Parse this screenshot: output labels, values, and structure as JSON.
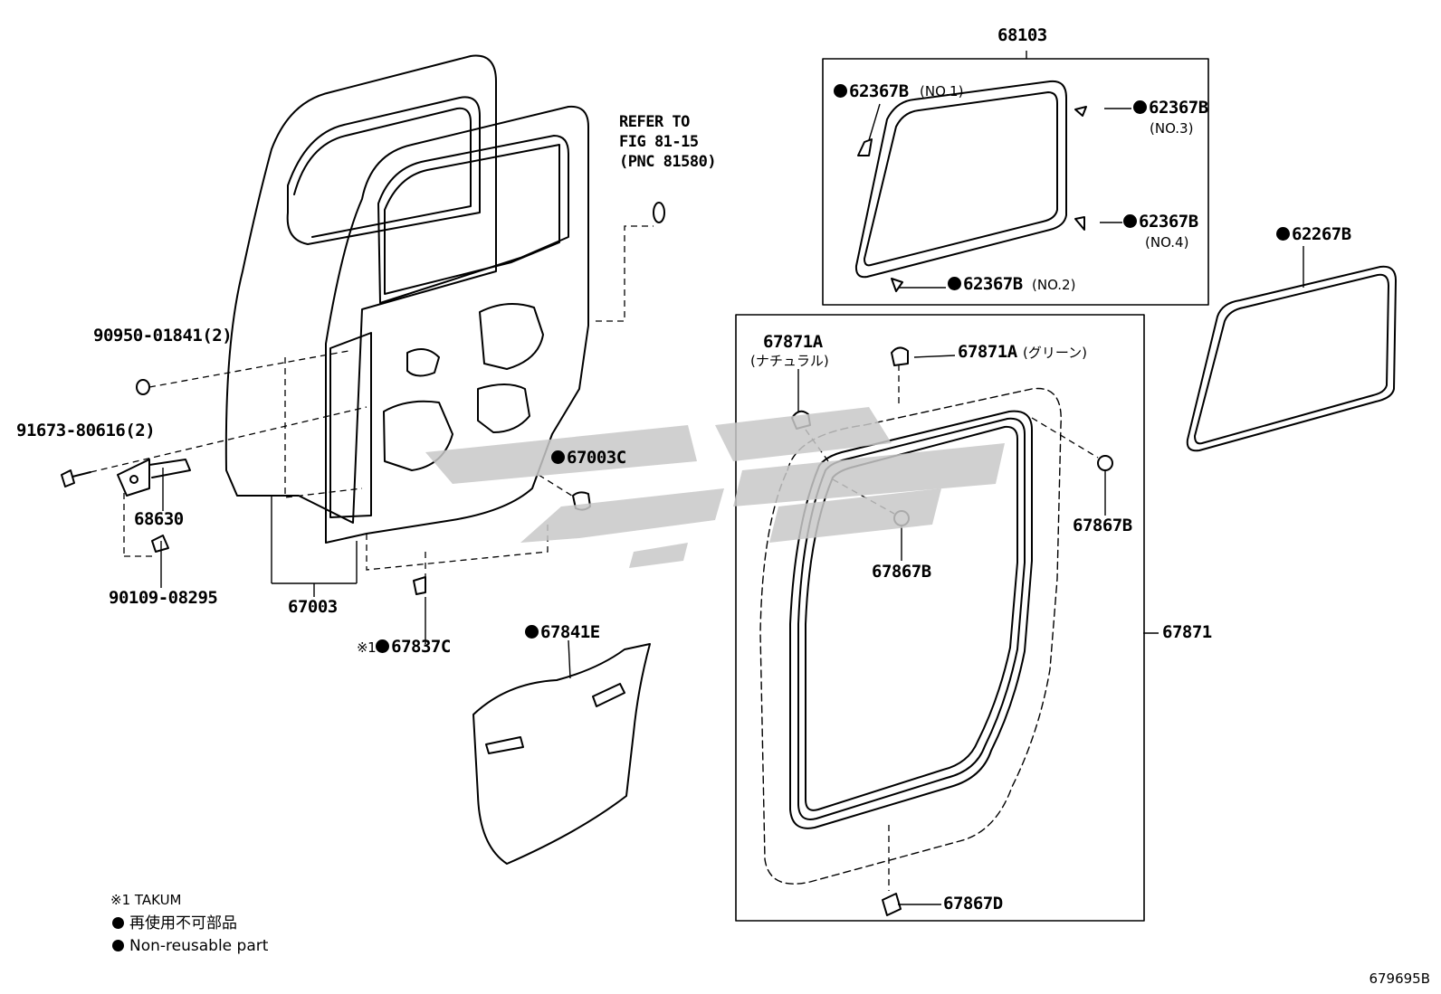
{
  "frame_labels": {
    "glass_group": "68103",
    "weatherstrip_group": "67871"
  },
  "parts": {
    "p90950": "90950-01841(2)",
    "p91673": "91673-80616(2)",
    "p68630": "68630",
    "p90109": "90109-08295",
    "p67003": "67003",
    "p67003c": "67003C",
    "p67837c": "67837C",
    "p67837c_mark": "※1",
    "p67841e": "67841E",
    "p62367b_no1": "62367B",
    "p62367b_no1_sub": "(NO.1)",
    "p62367b_no3": "62367B",
    "p62367b_no3_sub": "(NO.3)",
    "p62367b_no4": "62367B",
    "p62367b_no4_sub": "(NO.4)",
    "p62367b_no2": "62367B",
    "p62367b_no2_sub": "(NO.2)",
    "p62267b": "62267B",
    "p67871a_natural": "67871A",
    "p67871a_natural_sub": "(ナチュラル)",
    "p67871a_green": "67871A",
    "p67871a_green_sub": "(グリーン)",
    "p67867b_right": "67867B",
    "p67867b_center": "67867B",
    "p67867d": "67867D"
  },
  "refer_note": "REFER TO\nFIG 81-15\n(PNC 81580)",
  "legend": {
    "takum": "※1 TAKUM",
    "jp_nonreusable": "再使用不可部品",
    "en_nonreusable": "Non-reusable part"
  },
  "figure_number": "679695B",
  "colors": {
    "line": "#000000",
    "watermark": "#c8c8c8",
    "background": "#ffffff"
  }
}
